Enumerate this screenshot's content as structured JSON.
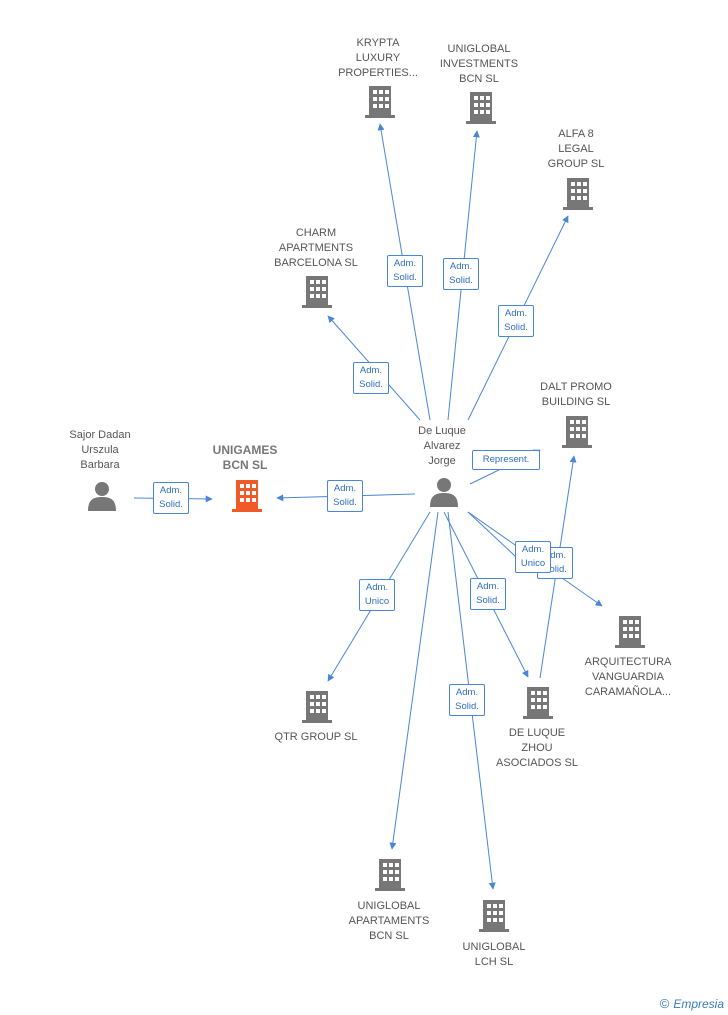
{
  "nodes": [
    {
      "id": "krypta",
      "type": "company",
      "label": "KRYPTA\nLUXURY\nPROPERTIES..."
    },
    {
      "id": "uniglobal_inv",
      "type": "company",
      "label": "UNIGLOBAL\nINVESTMENTS\nBCN SL"
    },
    {
      "id": "alfa8",
      "type": "company",
      "label": "ALFA 8\nLEGAL\nGROUP SL"
    },
    {
      "id": "charm",
      "type": "company",
      "label": "CHARM\nAPARTMENTS\nBARCELONA SL"
    },
    {
      "id": "dalt",
      "type": "company",
      "label": "DALT PROMO\nBUILDING SL"
    },
    {
      "id": "unigames",
      "type": "company",
      "label": "UNIGAMES\nBCN SL",
      "highlight": true
    },
    {
      "id": "sajor",
      "type": "person",
      "label": "Sajor Dadan\nUrszula\nBarbara"
    },
    {
      "id": "deluque",
      "type": "person",
      "label": "De Luque\nAlvarez\nJorge"
    },
    {
      "id": "arquitectura",
      "type": "company",
      "label": "ARQUITECTURA\nVANGUARDIA\nCARAMAÑOLA..."
    },
    {
      "id": "qtr",
      "type": "company",
      "label": "QTR GROUP SL"
    },
    {
      "id": "deluque_zhou",
      "type": "company",
      "label": "DE LUQUE\nZHOU\nASOCIADOS SL"
    },
    {
      "id": "uniglobal_apt",
      "type": "company",
      "label": "UNIGLOBAL\nAPARTAMENTS\nBCN SL"
    },
    {
      "id": "uniglobal_lch",
      "type": "company",
      "label": "UNIGLOBAL\nLCH SL"
    }
  ],
  "edges": [
    {
      "from": "deluque",
      "to": "krypta",
      "label": "Adm.\nSolid."
    },
    {
      "from": "deluque",
      "to": "uniglobal_inv",
      "label": "Adm.\nSolid."
    },
    {
      "from": "deluque",
      "to": "alfa8",
      "label": "Adm.\nSolid."
    },
    {
      "from": "deluque",
      "to": "charm",
      "label": "Adm.\nSolid."
    },
    {
      "from": "deluque",
      "to": "dalt",
      "label": "Represent."
    },
    {
      "from": "deluque",
      "to": "unigames",
      "label": "Adm.\nSolid."
    },
    {
      "from": "sajor",
      "to": "unigames",
      "label": "Adm.\nSolid."
    },
    {
      "from": "deluque",
      "to": "arquitectura",
      "label": "Adm.\nSolid."
    },
    {
      "from": "deluque",
      "to": "arquitectura",
      "label": "Adm.\nUnico"
    },
    {
      "from": "deluque",
      "to": "qtr",
      "label": "Adm.\nUnico"
    },
    {
      "from": "deluque",
      "to": "deluque_zhou",
      "label": "Adm.\nSolid."
    },
    {
      "from": "deluque_zhou",
      "to": "dalt",
      "label": ""
    },
    {
      "from": "deluque",
      "to": "uniglobal_apt",
      "label": "Adm.\nSolid."
    },
    {
      "from": "deluque",
      "to": "uniglobal_lch",
      "label": "Adm.\nSolid."
    }
  ],
  "colors": {
    "edge": "#4a86d6",
    "icon": "#777777",
    "highlight": "#f05a28"
  },
  "footer": {
    "copyright": "©",
    "brand": "Empresia"
  }
}
